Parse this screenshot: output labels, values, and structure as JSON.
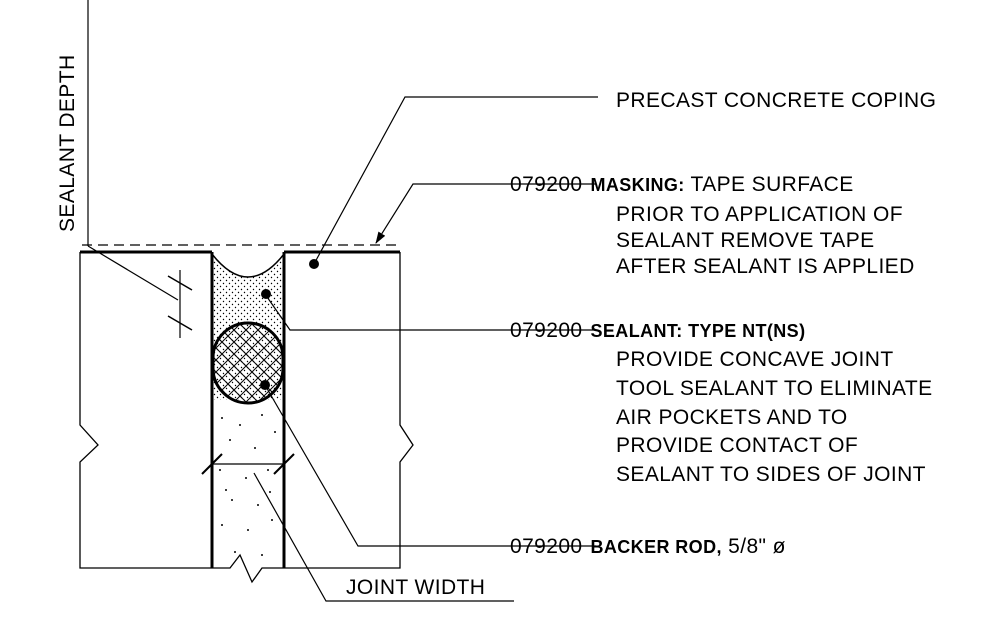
{
  "labels": {
    "sealant_depth": "SEALANT DEPTH",
    "joint_width": "JOINT WIDTH",
    "coping": "PRECAST CONCRETE COPING"
  },
  "notes": {
    "masking": {
      "code": "079200",
      "title": "MASKING:",
      "line1_rest": " TAPE SURFACE",
      "line2": "PRIOR TO APPLICATION OF",
      "line3": "SEALANT REMOVE TAPE",
      "line4": "AFTER SEALANT IS APPLIED"
    },
    "sealant": {
      "code": "079200",
      "title": "SEALANT: TYPE NT(NS)",
      "line2": "PROVIDE CONCAVE JOINT",
      "line3": "TOOL SEALANT TO ELIMINATE",
      "line4": "AIR POCKETS AND TO",
      "line5": "PROVIDE CONTACT OF",
      "line6": "SEALANT TO SIDES OF JOINT"
    },
    "backer_rod": {
      "code": "079200",
      "title": "BACKER ROD,",
      "size": " 5/8\" ø"
    }
  }
}
